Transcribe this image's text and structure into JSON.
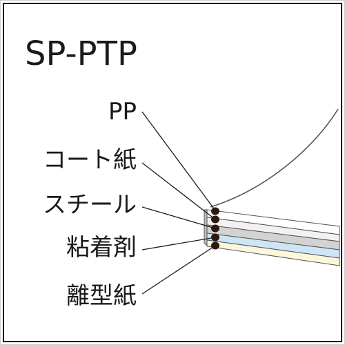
{
  "title": "SP-PTP",
  "labels": [
    {
      "key": "pp",
      "text": "PP"
    },
    {
      "key": "coated_paper",
      "text": "コート紙"
    },
    {
      "key": "steel",
      "text": "スチール"
    },
    {
      "key": "adhesive",
      "text": "粘着剤"
    },
    {
      "key": "release_paper",
      "text": "離型紙"
    }
  ],
  "colors": {
    "frame": "#1a1a1a",
    "pp_layer": "#ffffff",
    "coated_paper_layer": "#f2f2f2",
    "steel_layer": "#d3d3d3",
    "adhesive_layer": "#cde6f5",
    "release_paper_layer": "#fbf6dc",
    "marker": "#2a1a10"
  }
}
